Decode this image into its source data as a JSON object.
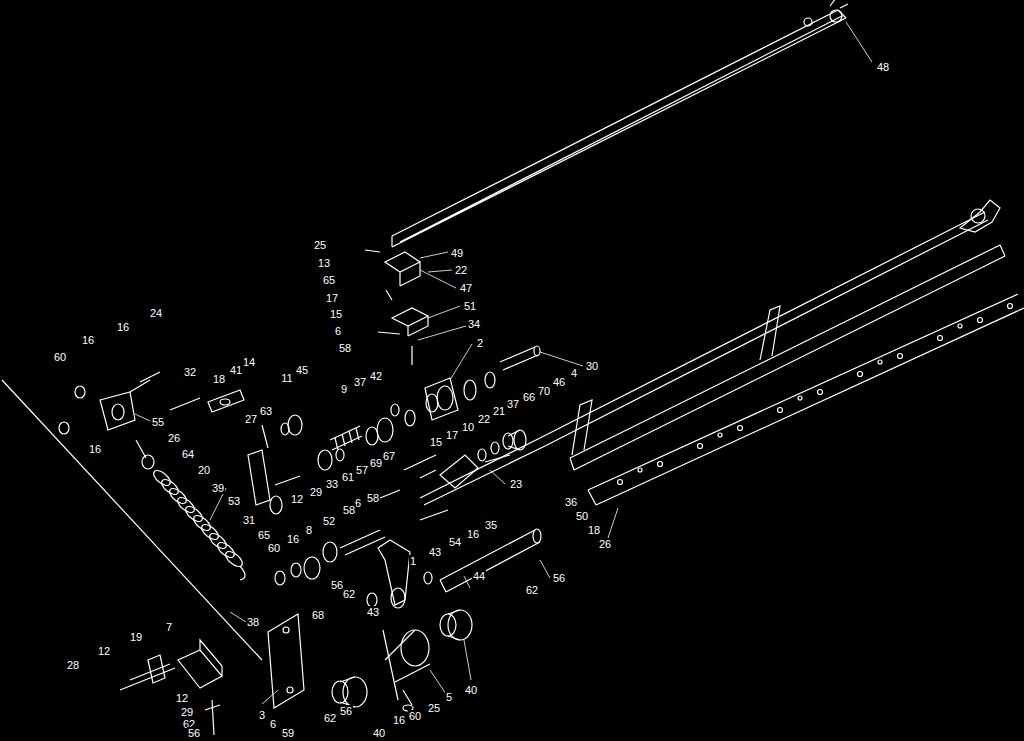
{
  "diagram": {
    "labels": [
      "48",
      "25",
      "49",
      "13",
      "22",
      "65",
      "47",
      "17",
      "51",
      "15",
      "34",
      "6",
      "58",
      "2",
      "24",
      "16",
      "16",
      "60",
      "32",
      "18",
      "41",
      "14",
      "11",
      "45",
      "30",
      "9",
      "37",
      "42",
      "4",
      "46",
      "70",
      "66",
      "37",
      "55",
      "63",
      "27",
      "17",
      "22",
      "21",
      "10",
      "15",
      "26",
      "16",
      "64",
      "67",
      "69",
      "57",
      "61",
      "33",
      "6",
      "58",
      "29",
      "12",
      "20",
      "23",
      "53",
      "39",
      "31",
      "65",
      "58",
      "35",
      "16",
      "54",
      "36",
      "50",
      "18",
      "26",
      "16",
      "8",
      "52",
      "1",
      "43",
      "44",
      "56",
      "62",
      "60",
      "56",
      "62",
      "43",
      "68",
      "38",
      "7",
      "19",
      "12",
      "28",
      "12",
      "29",
      "62",
      "56",
      "3",
      "6",
      "59",
      "40",
      "62",
      "56",
      "40",
      "16",
      "60",
      "25",
      "5"
    ]
  }
}
